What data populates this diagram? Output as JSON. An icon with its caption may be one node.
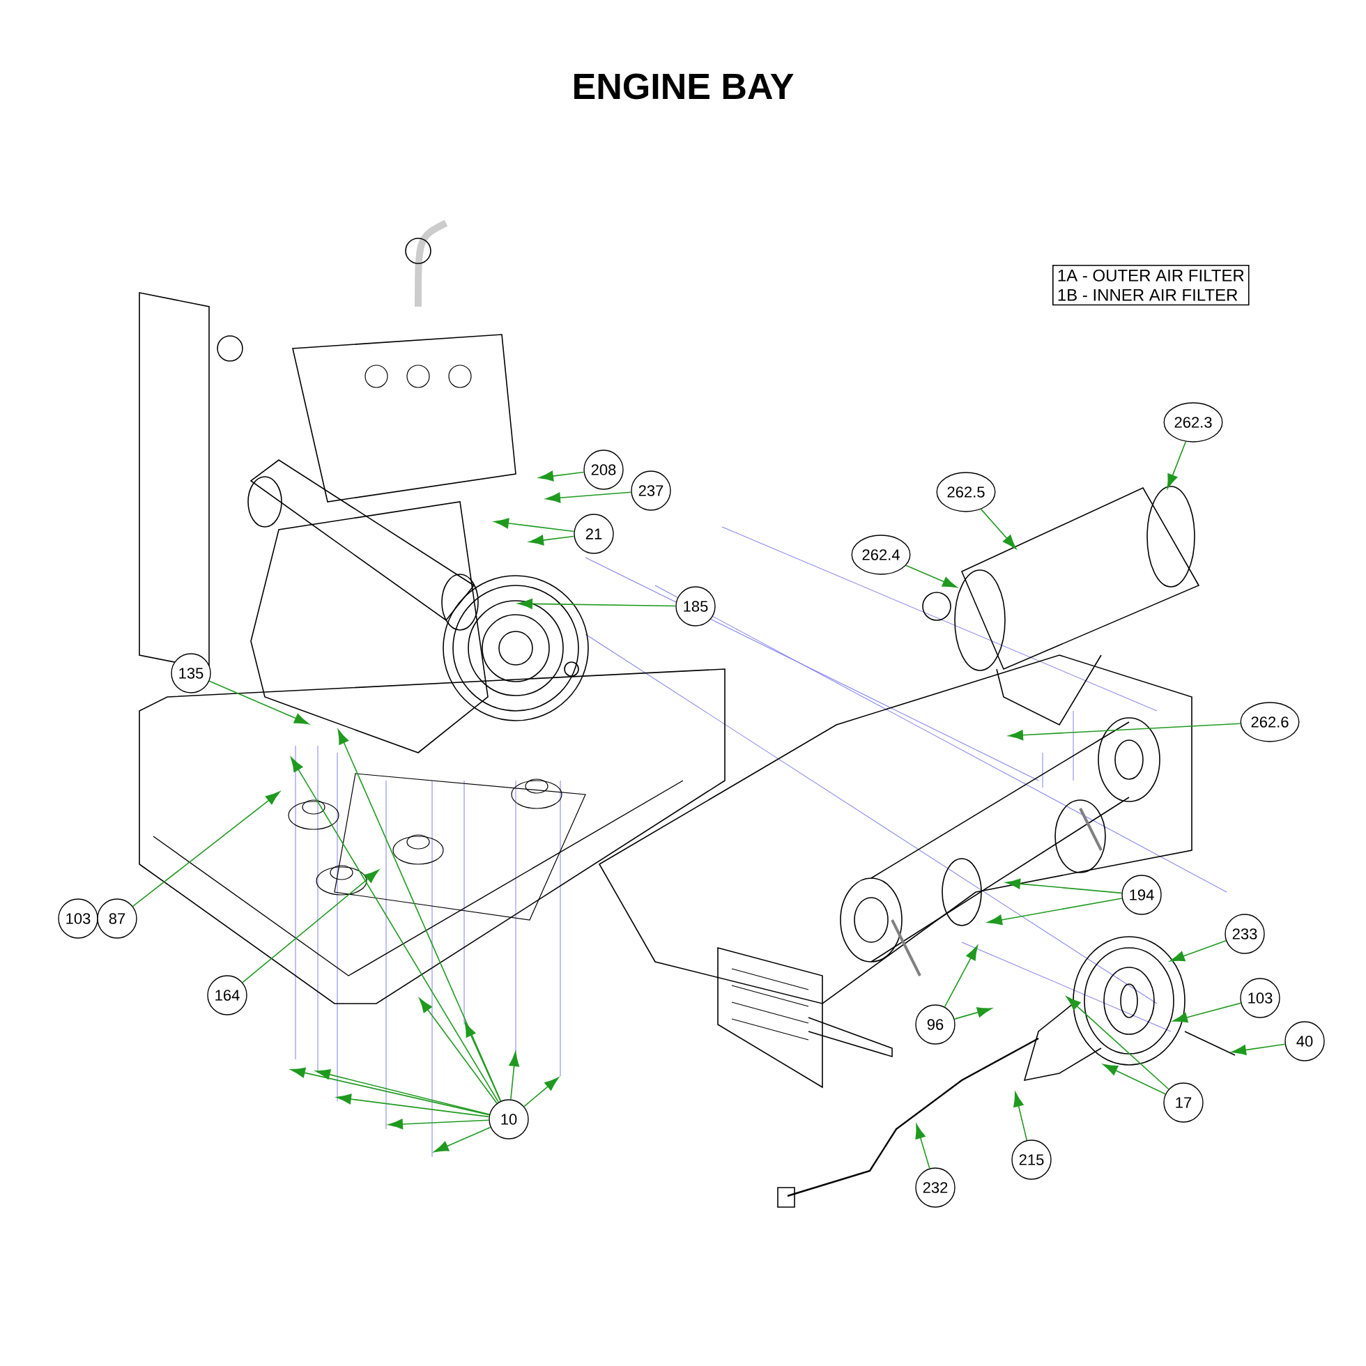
{
  "diagram": {
    "title": "ENGINE BAY",
    "nodes": [
      {
        "text": [
          "208"
        ]
      },
      {
        "text": [
          "237"
        ]
      },
      {
        "text": [
          "21"
        ]
      },
      {
        "text": [
          "185"
        ]
      },
      {
        "text": [
          "135"
        ]
      },
      {
        "text": [
          "103"
        ]
      },
      {
        "text": [
          "87"
        ]
      },
      {
        "text": [
          "164"
        ]
      },
      {
        "text": [
          "10"
        ]
      },
      {
        "text": [
          "262.3"
        ]
      },
      {
        "text": [
          "262.5"
        ]
      },
      {
        "text": [
          "262.4"
        ]
      },
      {
        "text": [
          "262.6"
        ]
      },
      {
        "text": [
          "194"
        ]
      },
      {
        "text": [
          "233"
        ]
      },
      {
        "text": [
          "96"
        ]
      },
      {
        "text": [
          "103"
        ]
      },
      {
        "text": [
          "40"
        ]
      },
      {
        "text": [
          "17"
        ]
      },
      {
        "text": [
          "215"
        ]
      },
      {
        "text": [
          "232"
        ]
      },
      {
        "text": [
          "1A - OUTER AIR FILTER",
          "1B - INNER AIR FILTER"
        ]
      }
    ],
    "edges": [
      {
        "from": 0,
        "to": null,
        "arrow": "to"
      },
      {
        "from": 1,
        "to": null,
        "arrow": "to"
      },
      {
        "from": 2,
        "to": null,
        "arrow": "to"
      },
      {
        "from": 2,
        "to": null,
        "arrow": "to"
      },
      {
        "from": 3,
        "to": null,
        "arrow": "to"
      },
      {
        "from": 4,
        "to": null,
        "arrow": "to"
      },
      {
        "from": 6,
        "to": null,
        "arrow": "to"
      },
      {
        "from": 7,
        "to": null,
        "arrow": "to"
      },
      {
        "from": 8,
        "to": null,
        "arrow": "to"
      },
      {
        "from": 8,
        "to": null,
        "arrow": "to"
      },
      {
        "from": 8,
        "to": null,
        "arrow": "to"
      },
      {
        "from": 8,
        "to": null,
        "arrow": "to"
      },
      {
        "from": 8,
        "to": null,
        "arrow": "to"
      },
      {
        "from": 8,
        "to": null,
        "arrow": "to"
      },
      {
        "from": 8,
        "to": null,
        "arrow": "to"
      },
      {
        "from": 8,
        "to": null,
        "arrow": "to"
      },
      {
        "from": 8,
        "to": null,
        "arrow": "to"
      },
      {
        "from": 8,
        "to": null,
        "arrow": "to"
      },
      {
        "from": 8,
        "to": null,
        "arrow": "to"
      },
      {
        "from": 9,
        "to": null,
        "arrow": "to"
      },
      {
        "from": 10,
        "to": null,
        "arrow": "to"
      },
      {
        "from": 11,
        "to": null,
        "arrow": "to"
      },
      {
        "from": 12,
        "to": null,
        "arrow": "to"
      },
      {
        "from": 13,
        "to": null,
        "arrow": "to"
      },
      {
        "from": 13,
        "to": null,
        "arrow": "to"
      },
      {
        "from": 14,
        "to": null,
        "arrow": "to"
      },
      {
        "from": 15,
        "to": null,
        "arrow": "to"
      },
      {
        "from": 15,
        "to": null,
        "arrow": "to"
      },
      {
        "from": 16,
        "to": null,
        "arrow": "to"
      },
      {
        "from": 17,
        "to": null,
        "arrow": "to"
      },
      {
        "from": 18,
        "to": null,
        "arrow": "to"
      },
      {
        "from": 18,
        "to": null,
        "arrow": "to"
      },
      {
        "from": 19,
        "to": null,
        "arrow": "to"
      },
      {
        "from": 20,
        "to": null,
        "arrow": "to"
      }
    ]
  }
}
